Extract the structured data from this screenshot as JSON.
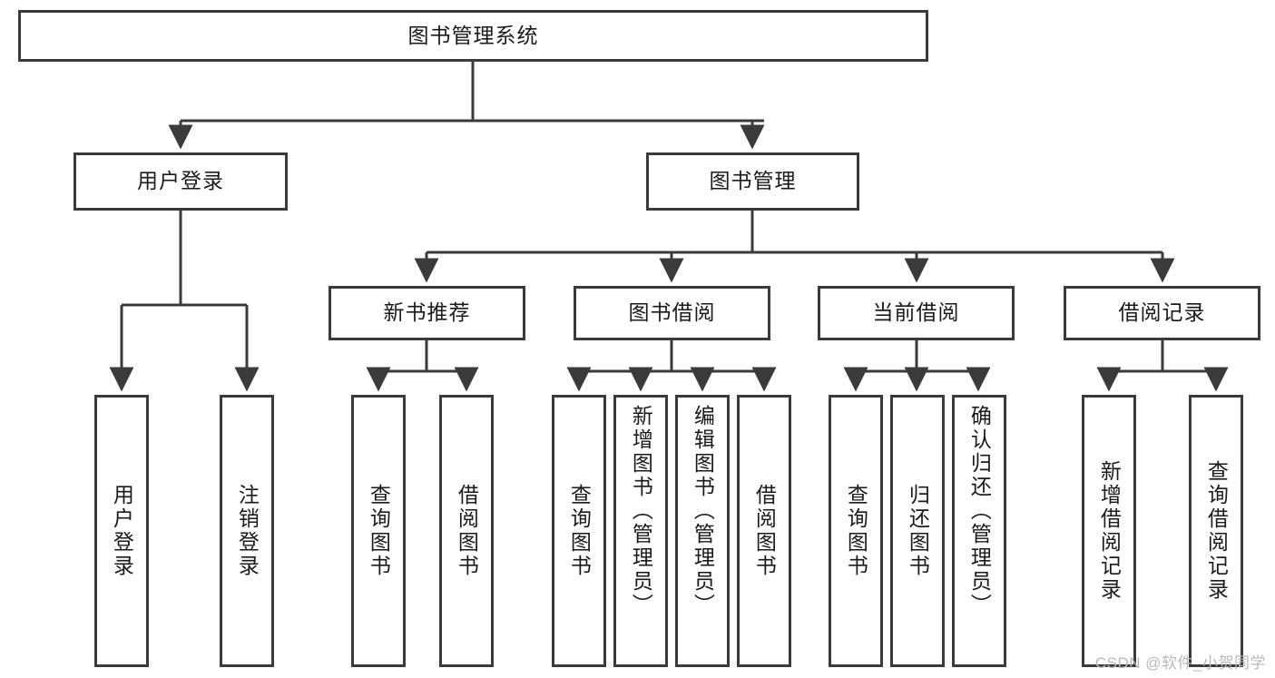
{
  "diagram": {
    "type": "tree-hierarchy",
    "root": {
      "id": "root",
      "label": "图书管理系统"
    },
    "level2": [
      {
        "id": "user-login",
        "label": "用户登录"
      },
      {
        "id": "book-manage",
        "label": "图书管理"
      }
    ],
    "level3": [
      {
        "id": "new-book-rec",
        "label": "新书推荐",
        "parent": "book-manage"
      },
      {
        "id": "book-borrow",
        "label": "图书借阅",
        "parent": "book-manage"
      },
      {
        "id": "current-borrow",
        "label": "当前借阅",
        "parent": "book-manage"
      },
      {
        "id": "borrow-record",
        "label": "借阅记录",
        "parent": "book-manage"
      }
    ],
    "leaves": [
      {
        "id": "leaf-user-login",
        "label": "用户登录",
        "parent": "user-login",
        "align": "center"
      },
      {
        "id": "leaf-logout",
        "label": "注销登录",
        "parent": "user-login",
        "align": "center"
      },
      {
        "id": "leaf-query-book-1",
        "label": "查询图书",
        "parent": "new-book-rec",
        "align": "center"
      },
      {
        "id": "leaf-borrow-book-1",
        "label": "借阅图书",
        "parent": "new-book-rec",
        "align": "center"
      },
      {
        "id": "leaf-query-book-2",
        "label": "查询图书",
        "parent": "book-borrow",
        "align": "center"
      },
      {
        "id": "leaf-add-book",
        "label": "新增图书（管理员）",
        "parent": "book-borrow",
        "align": "top"
      },
      {
        "id": "leaf-edit-book",
        "label": "编辑图书（管理员）",
        "parent": "book-borrow",
        "align": "top"
      },
      {
        "id": "leaf-borrow-book-2",
        "label": "借阅图书",
        "parent": "book-borrow",
        "align": "center"
      },
      {
        "id": "leaf-query-book-3",
        "label": "查询图书",
        "parent": "current-borrow",
        "align": "center"
      },
      {
        "id": "leaf-return-book",
        "label": "归还图书",
        "parent": "current-borrow",
        "align": "center"
      },
      {
        "id": "leaf-confirm-return",
        "label": "确认归还（管理员）",
        "parent": "current-borrow",
        "align": "top"
      },
      {
        "id": "leaf-add-record",
        "label": "新增借阅记录",
        "parent": "borrow-record",
        "align": "center"
      },
      {
        "id": "leaf-query-record",
        "label": "查询借阅记录",
        "parent": "borrow-record",
        "align": "center"
      }
    ]
  },
  "watermark": {
    "text": "CSDN @软件_小贺同学"
  },
  "colors": {
    "stroke": "#3b3b3b",
    "fill": "#ffffff",
    "text": "#1a1a1a",
    "watermark": "#b9b9b9"
  }
}
